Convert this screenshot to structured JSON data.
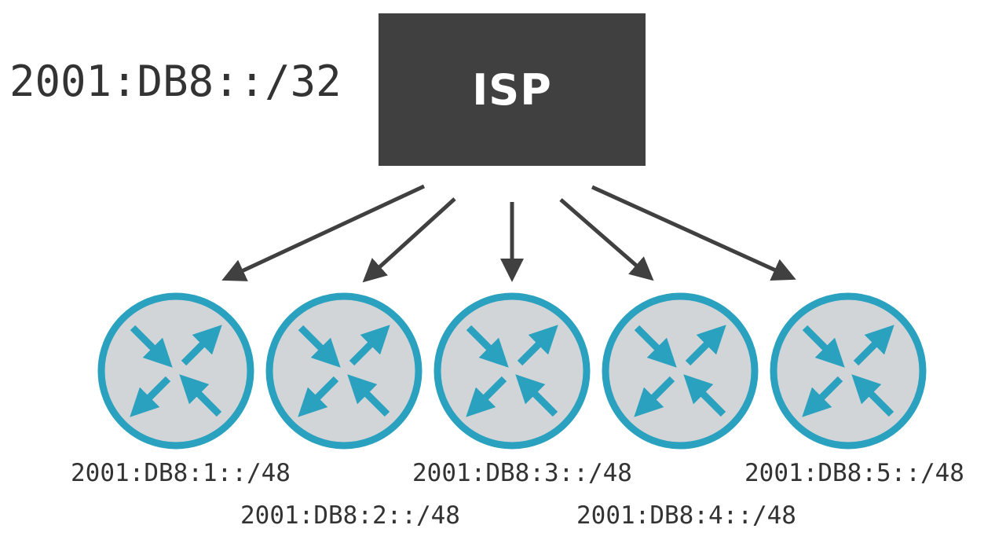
{
  "isp": {
    "label": "ISP"
  },
  "parent_prefix": "2001:DB8::/32",
  "routers": [
    {
      "subnet": "2001:DB8:1::/48"
    },
    {
      "subnet": "2001:DB8:2::/48"
    },
    {
      "subnet": "2001:DB8:3::/48"
    },
    {
      "subnet": "2001:DB8:4::/48"
    },
    {
      "subnet": "2001:DB8:5::/48"
    }
  ],
  "colors": {
    "isp_box": "#404040",
    "router_ring": "#2aa1bf",
    "router_fill": "#d2d5d8",
    "arrow": "#404040",
    "text": "#333333"
  }
}
